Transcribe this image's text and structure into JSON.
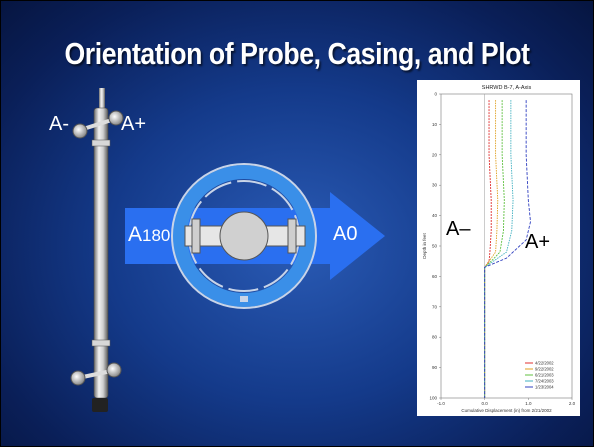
{
  "slide": {
    "title": "Orientation of Probe, Casing, and Plot"
  },
  "probe": {
    "label_minus": "A-",
    "label_plus": "A+"
  },
  "casing": {
    "label_a180_letter": "A",
    "label_a180_num": "180",
    "label_a0": "A0"
  },
  "plot": {
    "label_minus": "A–",
    "label_plus": "A+"
  },
  "chart_data": {
    "type": "line",
    "title": "SHRWD B-7, A-Axis",
    "xlabel": "Cumulative Displacement (in) from 2/21/2002",
    "ylabel": "Depth in feet",
    "xlim": [
      -1.0,
      2.0
    ],
    "ylim": [
      100,
      0
    ],
    "x_ticks": [
      "-1.0",
      "0.0",
      "1.0",
      "2.0"
    ],
    "y_ticks": [
      "0",
      "10",
      "20",
      "30",
      "40",
      "50",
      "60",
      "70",
      "80",
      "90",
      "100"
    ],
    "legend_position": "bottom-right",
    "series": [
      {
        "name": "4/22/2002",
        "color": "#e03030",
        "x": [
          0.1,
          0.1,
          0.15,
          0.15,
          0.12,
          0.1,
          0.0,
          0.0
        ],
        "y": [
          2,
          20,
          35,
          45,
          52,
          55,
          57,
          100
        ]
      },
      {
        "name": "9/22/2002",
        "color": "#e0a020",
        "x": [
          0.25,
          0.25,
          0.3,
          0.28,
          0.25,
          0.1,
          0.0,
          0.0
        ],
        "y": [
          2,
          20,
          35,
          45,
          52,
          55,
          57,
          100
        ]
      },
      {
        "name": "6/21/2003",
        "color": "#60c040",
        "x": [
          0.4,
          0.4,
          0.45,
          0.43,
          0.35,
          0.15,
          0.0,
          0.0
        ],
        "y": [
          2,
          20,
          35,
          45,
          52,
          55,
          57,
          100
        ]
      },
      {
        "name": "7/24/2003",
        "color": "#40b0c0",
        "x": [
          0.6,
          0.6,
          0.65,
          0.62,
          0.5,
          0.2,
          0.0,
          0.0
        ],
        "y": [
          2,
          20,
          35,
          45,
          52,
          55,
          57,
          100
        ]
      },
      {
        "name": "1/23/2004",
        "color": "#3040c0",
        "x": [
          0.95,
          0.95,
          1.0,
          1.05,
          0.95,
          0.5,
          0.0,
          0.0
        ],
        "y": [
          2,
          20,
          35,
          42,
          48,
          54,
          57,
          100
        ]
      }
    ]
  }
}
